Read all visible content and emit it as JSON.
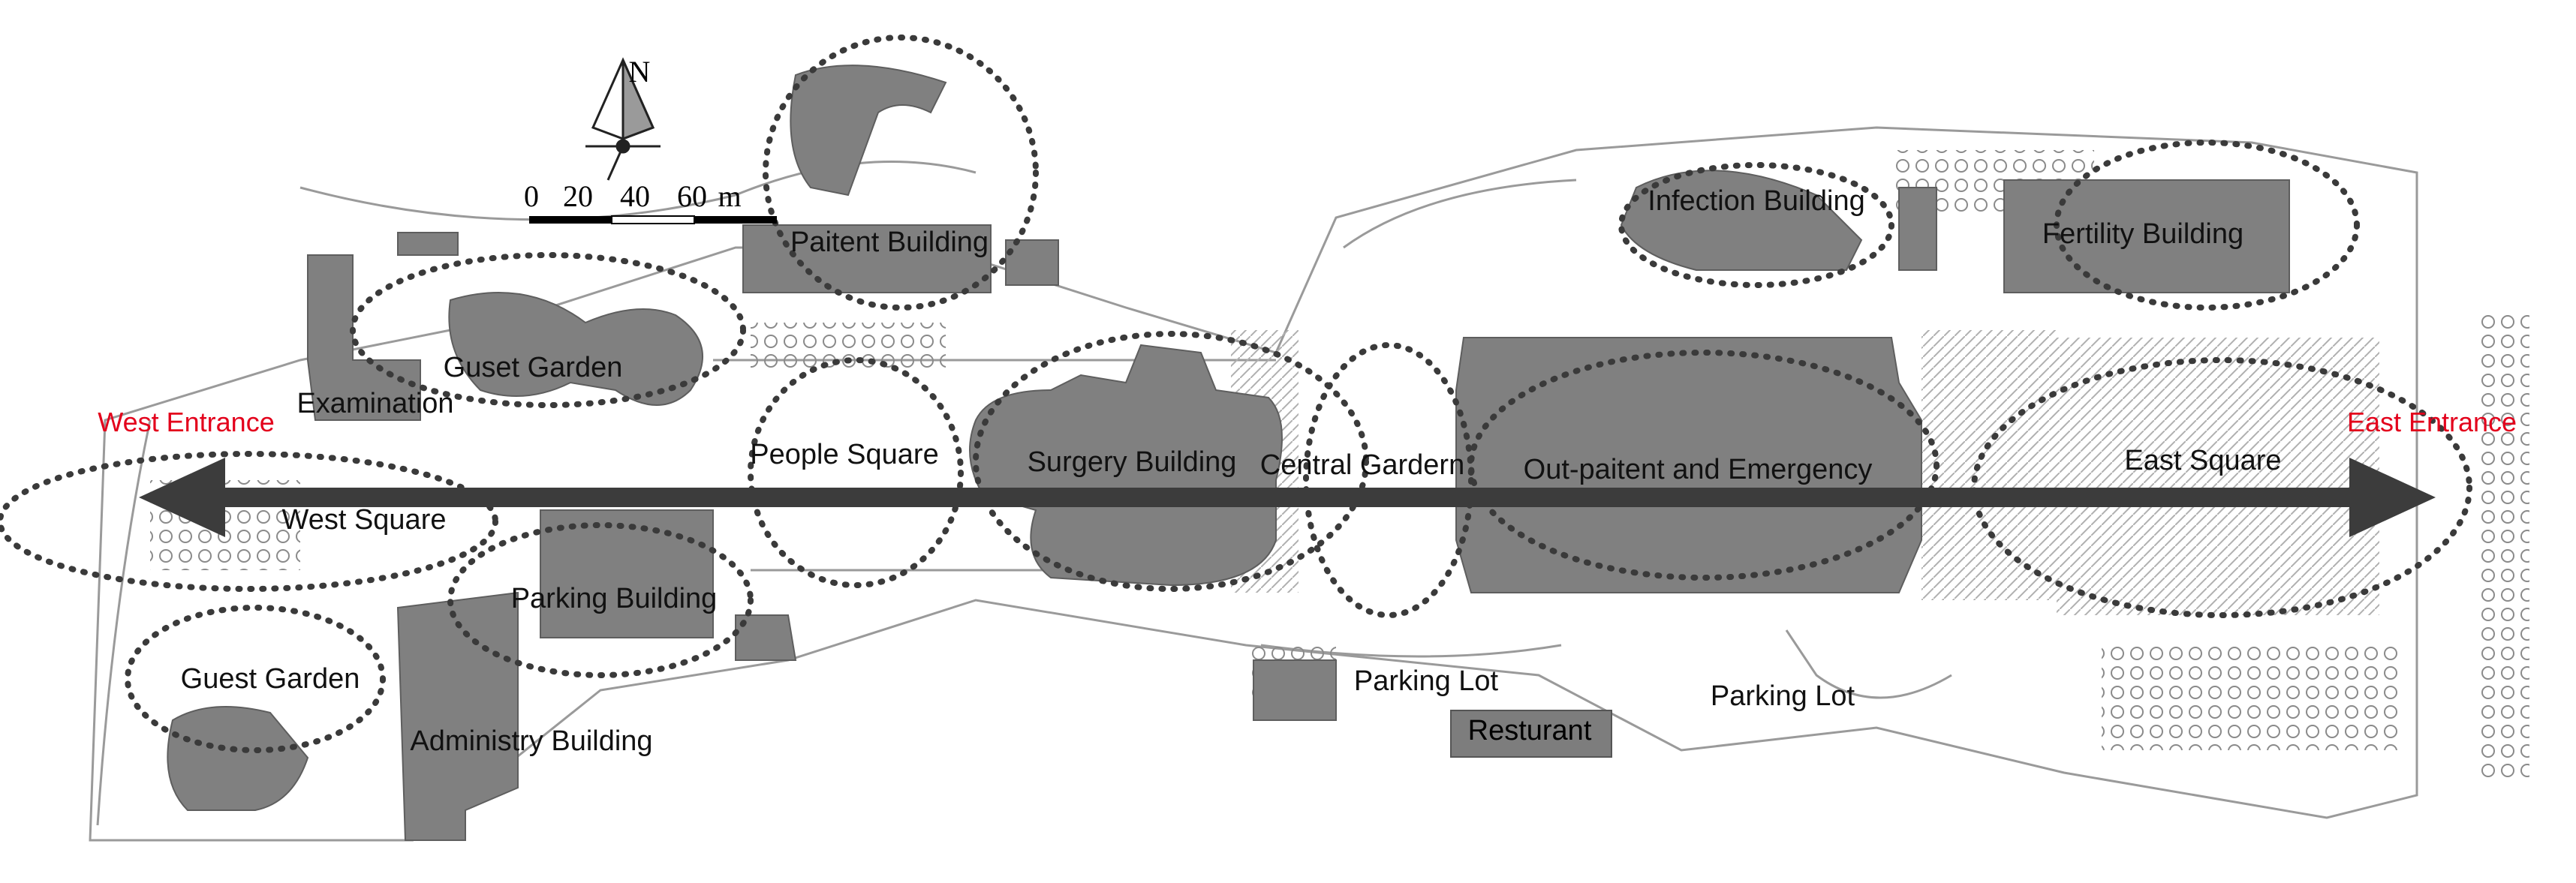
{
  "map": {
    "entrances": {
      "west": "West Entrance",
      "east": "East Entrance"
    },
    "compass": {
      "north": "N"
    },
    "scale_bar": {
      "ticks": [
        "0",
        "20",
        "40",
        "60"
      ],
      "unit": "m"
    },
    "labels": {
      "paitent_building": "Paitent Building",
      "infection_building": "Infection Building",
      "fertility_building": "Fertility Building",
      "guset_garden": "Guset Garden",
      "examination": "Examination",
      "people_square": "People Square",
      "surgery_building": "Surgery Building",
      "central_garden": "Central Gardern",
      "outpatient_emergency": "Out-paitent and Emergency",
      "east_square": "East Square",
      "west_square": "West Square",
      "parking_building": "Parking Building",
      "guest_garden": "Guest Garden",
      "administry_building": "Administry Building",
      "parking_lot_1": "Parking Lot",
      "parking_lot_2": "Parking Lot",
      "resturant": "Resturant"
    },
    "colors": {
      "building": "#808080",
      "dots": "#3a3a3a",
      "axis": "#3c3c3c",
      "entrance_text": "#e3001b",
      "linework": "#9a9a9a"
    }
  }
}
